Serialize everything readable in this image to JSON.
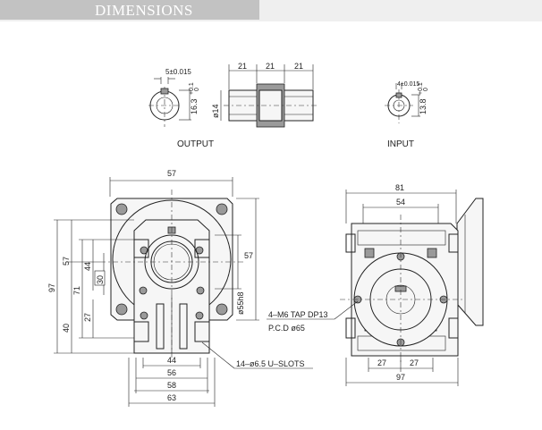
{
  "header": {
    "title": "DIMENSIONS"
  },
  "output_view": {
    "label": "OUTPUT",
    "keyway_width": "5±0.015",
    "tol_top": "+0.1",
    "tol_bottom": "0",
    "keyway_depth": "16.3"
  },
  "input_view": {
    "label": "INPUT",
    "keyway_width": "4±0.015",
    "tol_top": "+0.1",
    "tol_bottom": "0",
    "keyway_depth": "13.8"
  },
  "shaft_view": {
    "segment_1": "21",
    "segment_2": "21",
    "segment_3": "21",
    "diameter": "ø14"
  },
  "front_view": {
    "width_top": "57",
    "height_total": "97",
    "upper_57": "57",
    "lower_40": "40",
    "dim_71": "71",
    "dim_44_vertical": "44",
    "dim_27_vertical": "27",
    "dim_30_boxed": "30",
    "right_57": "57",
    "pilot_diameter": "ø55h8",
    "base_44": "44",
    "base_56": "56",
    "base_58": "58",
    "base_63": "63",
    "slots_note": "14–ø6.5 U–SLOTS"
  },
  "side_view": {
    "width_81": "81",
    "width_54": "54",
    "tap_note": "4–M6 TAP DP13",
    "pcd_note": "P.C.D ø65",
    "base_27_left": "27",
    "base_27_right": "27",
    "width_97": "97"
  }
}
